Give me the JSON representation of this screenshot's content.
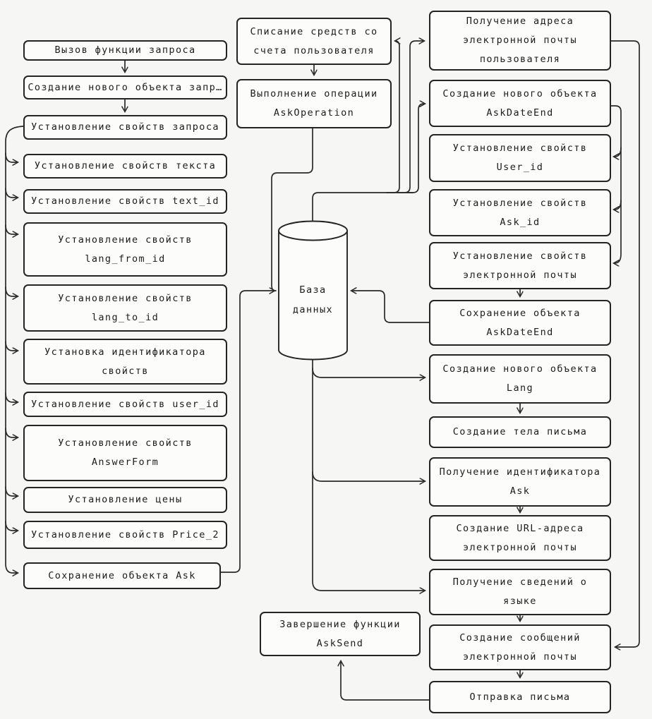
{
  "diagram": {
    "background_color": "#f6f6f5",
    "box_fill": "#fcfcfb",
    "line_color": "#2a2a2a",
    "description": "Flowchart of the AskSend request function with a central database"
  },
  "database": {
    "label": "База\nданных"
  },
  "nodes": {
    "call_function": {
      "label": "Вызов функции запроса"
    },
    "create_request_object": {
      "label": "Создание нового объекта запр…"
    },
    "set_request_props": {
      "label": "Установление свойств запроса"
    },
    "set_text_props": {
      "label": "Установление свойств текста"
    },
    "set_text_id": {
      "label": "Установление свойств text_id"
    },
    "set_lang_from_id": {
      "label": "Установление свойств\nlang_from_id"
    },
    "set_lang_to_id": {
      "label": "Установление свойств\nlang_to_id"
    },
    "set_identifier": {
      "label": "Установка идентификатора\nсвойств"
    },
    "set_user_id": {
      "label": "Установление свойств user_id"
    },
    "set_answerform": {
      "label": "Установление свойств\nAnswerForm"
    },
    "set_price": {
      "label": "Установление цены"
    },
    "set_price_2": {
      "label": "Установление свойств Price_2"
    },
    "save_ask": {
      "label": "Сохранение объекта Ask"
    },
    "charge_user": {
      "label": "Списание средств со\nсчета пользователя"
    },
    "run_askoperation": {
      "label": "Выполнение операции\nAskOperation"
    },
    "finish_asksend": {
      "label": "Завершение функции\nAskSend"
    },
    "get_email_address": {
      "label": "Получение адреса\nэлектронной почты\nпользователя"
    },
    "create_askdateend": {
      "label": "Создание нового объекта\nAskDateEnd"
    },
    "set_user_id_caps": {
      "label": "Установление свойств\nUser_id"
    },
    "set_ask_id": {
      "label": "Установление свойств\nAsk_id"
    },
    "set_email_props": {
      "label": "Установление свойств\nэлектронной почты"
    },
    "save_askdateend": {
      "label": "Сохранение объекта\nAskDateEnd"
    },
    "create_lang": {
      "label": "Создание нового объекта\nLang"
    },
    "create_letter_body": {
      "label": "Создание тела письма"
    },
    "get_ask_identifier": {
      "label": "Получение идентификатора\nAsk"
    },
    "create_url": {
      "label": "Создание URL-адреса\nэлектронной почты"
    },
    "get_language_info": {
      "label": "Получение сведений о\nязыке"
    },
    "create_email_messages": {
      "label": "Создание сообщений\nэлектронной почты"
    },
    "send_letter": {
      "label": "Отправка письма"
    }
  }
}
